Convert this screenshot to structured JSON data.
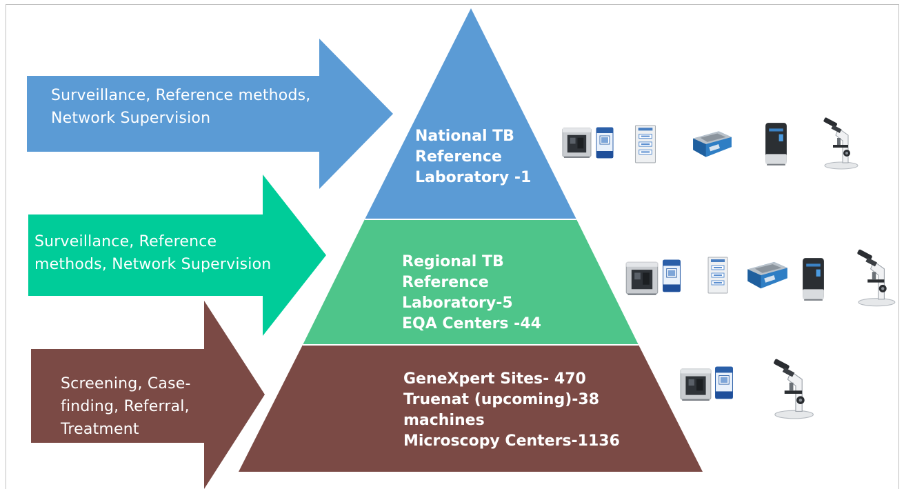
{
  "colors": {
    "national": "#5b9bd5",
    "regional": "#4ec58a",
    "peripheral": "#7b4a45",
    "arrow_top": "#5b9bd5",
    "arrow_middle": "#00cc99",
    "arrow_bottom": "#7b4a45",
    "text": "#ffffff"
  },
  "arrows": {
    "top": {
      "lines": [
        "Surveillance, Reference methods,",
        "Network Supervision"
      ]
    },
    "middle": {
      "lines": [
        "Surveillance, Reference",
        "methods, Network Supervision"
      ]
    },
    "bottom": {
      "lines": [
        "Screening, Case-",
        "finding, Referral,",
        "Treatment"
      ]
    }
  },
  "tiers": {
    "national": {
      "lines": [
        "National TB",
        "Reference",
        "Laboratory -1"
      ]
    },
    "regional": {
      "lines": [
        "Regional TB",
        "Reference",
        "Laboratory-5",
        "EQA Centers -44"
      ]
    },
    "peripheral": {
      "lines": [
        "GeneXpert Sites- 470",
        "Truenat (upcoming)-38",
        "machines",
        "Microscopy Centers-1136"
      ]
    }
  },
  "equipment": {
    "national": [
      "genexpert-machine-icon",
      "truenat-cartridge-icon",
      "incubator-icon",
      "heat-block-icon",
      "pcr-machine-icon",
      "microscope-icon"
    ],
    "regional": [
      "genexpert-machine-icon",
      "truenat-cartridge-icon",
      "incubator-icon",
      "heat-block-icon",
      "pcr-machine-icon",
      "microscope-icon"
    ],
    "peripheral": [
      "genexpert-machine-icon",
      "truenat-cartridge-icon",
      "microscope-icon"
    ]
  }
}
